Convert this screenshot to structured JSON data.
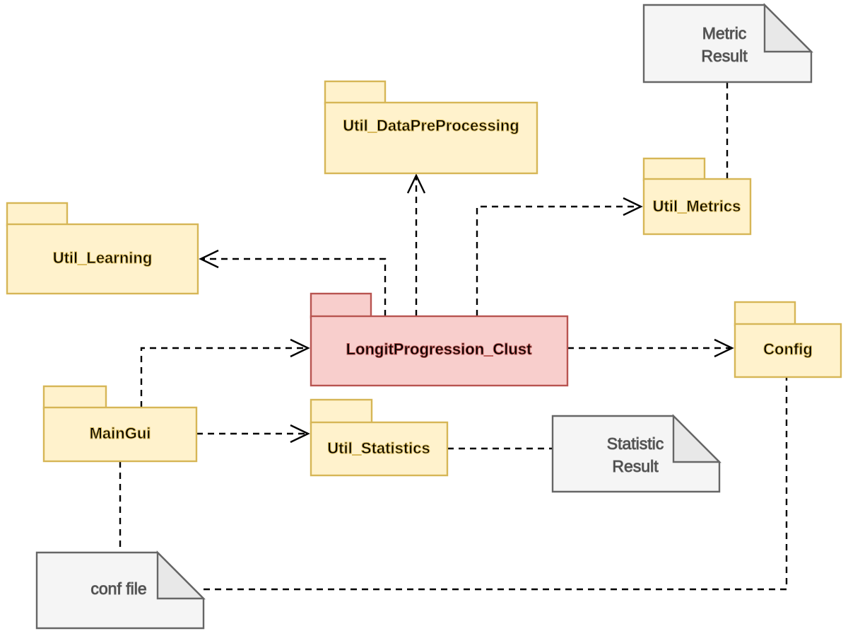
{
  "diagram_type": "uml-package-diagram",
  "colors": {
    "background": "#FFFFFF",
    "package_fill": "#FFF2CC",
    "package_stroke": "#D6B656",
    "package_label": "#000000",
    "highlight_fill": "#F8CECC",
    "highlight_stroke": "#B85450",
    "note_fill": "#F5F5F5",
    "note_fold_fill": "#E8E8E8",
    "note_stroke": "#666666",
    "note_label": "#424242",
    "edge": "#000000"
  },
  "nodes": {
    "util_datapreprocessing": {
      "type": "package",
      "label": "Util_DataPreProcessing"
    },
    "util_learning": {
      "type": "package",
      "label": "Util_Learning"
    },
    "util_metrics": {
      "type": "package",
      "label": "Util_Metrics"
    },
    "longitprogression_clust": {
      "type": "package",
      "label": "LongitProgression_Clust",
      "highlighted": true
    },
    "config": {
      "type": "package",
      "label": "Config"
    },
    "maingui": {
      "type": "package",
      "label": "MainGui"
    },
    "util_statistics": {
      "type": "package",
      "label": "Util_Statistics"
    },
    "metric_result": {
      "type": "note",
      "label": "Metric Result",
      "line1": "Metric",
      "line2": "Result"
    },
    "statistic_result": {
      "type": "note",
      "label": "Statistic Result",
      "line1": "Statistic",
      "line2": "Result"
    },
    "conf_file": {
      "type": "note",
      "label": "conf file"
    }
  },
  "edges": [
    {
      "from": "longitprogression_clust",
      "to": "util_datapreprocessing",
      "style": "dashed",
      "arrow": "open"
    },
    {
      "from": "longitprogression_clust",
      "to": "util_learning",
      "style": "dashed",
      "arrow": "open"
    },
    {
      "from": "longitprogression_clust",
      "to": "util_metrics",
      "style": "dashed",
      "arrow": "open"
    },
    {
      "from": "longitprogression_clust",
      "to": "config",
      "style": "dashed",
      "arrow": "open"
    },
    {
      "from": "maingui",
      "to": "longitprogression_clust",
      "style": "dashed",
      "arrow": "open"
    },
    {
      "from": "maingui",
      "to": "util_statistics",
      "style": "dashed",
      "arrow": "open"
    },
    {
      "from": "maingui",
      "to": "conf_file",
      "style": "dashed",
      "arrow": "none"
    },
    {
      "from": "util_statistics",
      "to": "statistic_result",
      "style": "dashed",
      "arrow": "none"
    },
    {
      "from": "metric_result",
      "to": "util_metrics",
      "style": "dashed",
      "arrow": "none"
    },
    {
      "from": "conf_file",
      "to": "config",
      "style": "dashed",
      "arrow": "none"
    }
  ]
}
